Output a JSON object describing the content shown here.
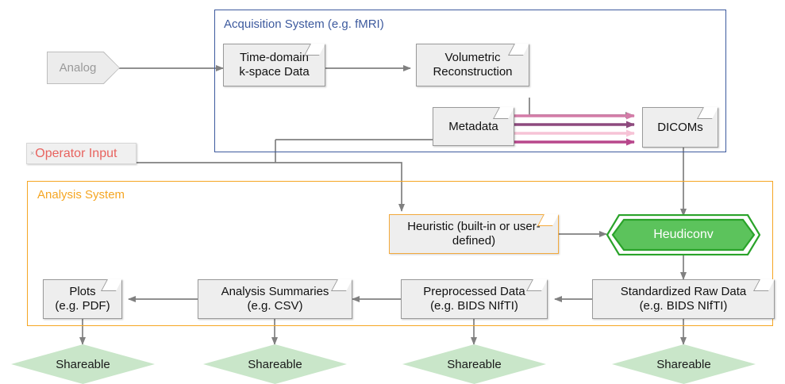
{
  "diagram": {
    "title": "HeuDiConv data flow diagram",
    "groups": [
      {
        "id": "acquisition",
        "label": "Acquisition System (e.g. fMRI)",
        "color": "#3d5a9e"
      },
      {
        "id": "analysis",
        "label": "Analysis System",
        "color": "#f5a623"
      }
    ],
    "nodes": {
      "analog": {
        "label": "Analog",
        "shape": "chevron",
        "text_color": "#9a9a9a",
        "fill": "#ececec"
      },
      "operator": {
        "label": "Operator Input",
        "marker": "×",
        "shape": "box",
        "text_color": "#e8635f",
        "fill": "#f0f0f0"
      },
      "kspace": {
        "label": "Time-domain\nk-space Data",
        "shape": "note",
        "fill": "#eeeeee"
      },
      "volumetric": {
        "label": "Volumetric\nReconstruction",
        "shape": "note",
        "fill": "#eeeeee"
      },
      "metadata": {
        "label": "Metadata",
        "shape": "note",
        "fill": "#eeeeee"
      },
      "dicoms": {
        "label": "DICOMs",
        "shape": "note",
        "fill": "#eeeeee"
      },
      "heuristic": {
        "label": "Heuristic\n(built-in or user-defined)",
        "shape": "note",
        "fill": "#eeeeee",
        "border": "#f3a93c"
      },
      "heudiconv": {
        "label": "Heudiconv",
        "shape": "double-octagon",
        "fill": "#5cc35c",
        "stroke": "#2aa32a",
        "text_color": "#ffffff"
      },
      "stdraw": {
        "label": "Standardized Raw Data\n(e.g. BIDS NIfTI)",
        "shape": "note",
        "fill": "#eeeeee"
      },
      "preprocessed": {
        "label": "Preprocessed Data\n(e.g. BIDS NIfTI)",
        "shape": "note",
        "fill": "#eeeeee"
      },
      "summaries": {
        "label": "Analysis Summaries\n(e.g. CSV)",
        "shape": "note",
        "fill": "#eeeeee"
      },
      "plots": {
        "label": "Plots\n(e.g. PDF)",
        "shape": "note",
        "fill": "#eeeeee"
      }
    },
    "shareable": [
      {
        "label": "Shareable",
        "fill": "#c9e6c9"
      },
      {
        "label": "Shareable",
        "fill": "#c9e6c9"
      },
      {
        "label": "Shareable",
        "fill": "#c9e6c9"
      },
      {
        "label": "Shareable",
        "fill": "#c9e6c9"
      }
    ],
    "edges": {
      "default_color": "#808080",
      "metadata_to_dicoms_colors": [
        "#d47ca8",
        "#8e4a7e",
        "#f6c3d6",
        "#b8478c"
      ]
    }
  }
}
